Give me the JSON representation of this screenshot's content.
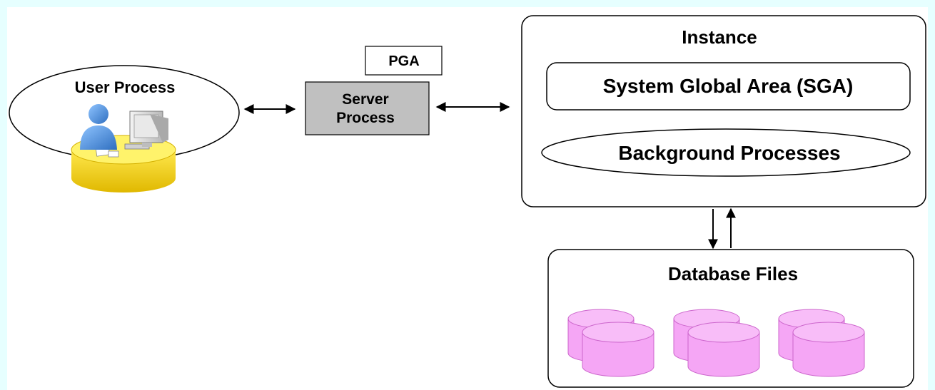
{
  "diagram": {
    "user_process": {
      "label": "User Process"
    },
    "pga": {
      "label": "PGA"
    },
    "server_process": {
      "line1": "Server",
      "line2": "Process"
    },
    "instance": {
      "title": "Instance",
      "sga": "System Global Area (SGA)",
      "background": "Background Processes"
    },
    "database_files": {
      "title": "Database Files"
    }
  },
  "colors": {
    "page_background": "#e6ffff",
    "canvas": "#ffffff",
    "server_process_fill": "#c0c0c0",
    "datafile_fill": "#f5a6f5",
    "datafile_stroke": "#cc66cc",
    "desk": "#f2d600",
    "person": "#4a90d9"
  }
}
